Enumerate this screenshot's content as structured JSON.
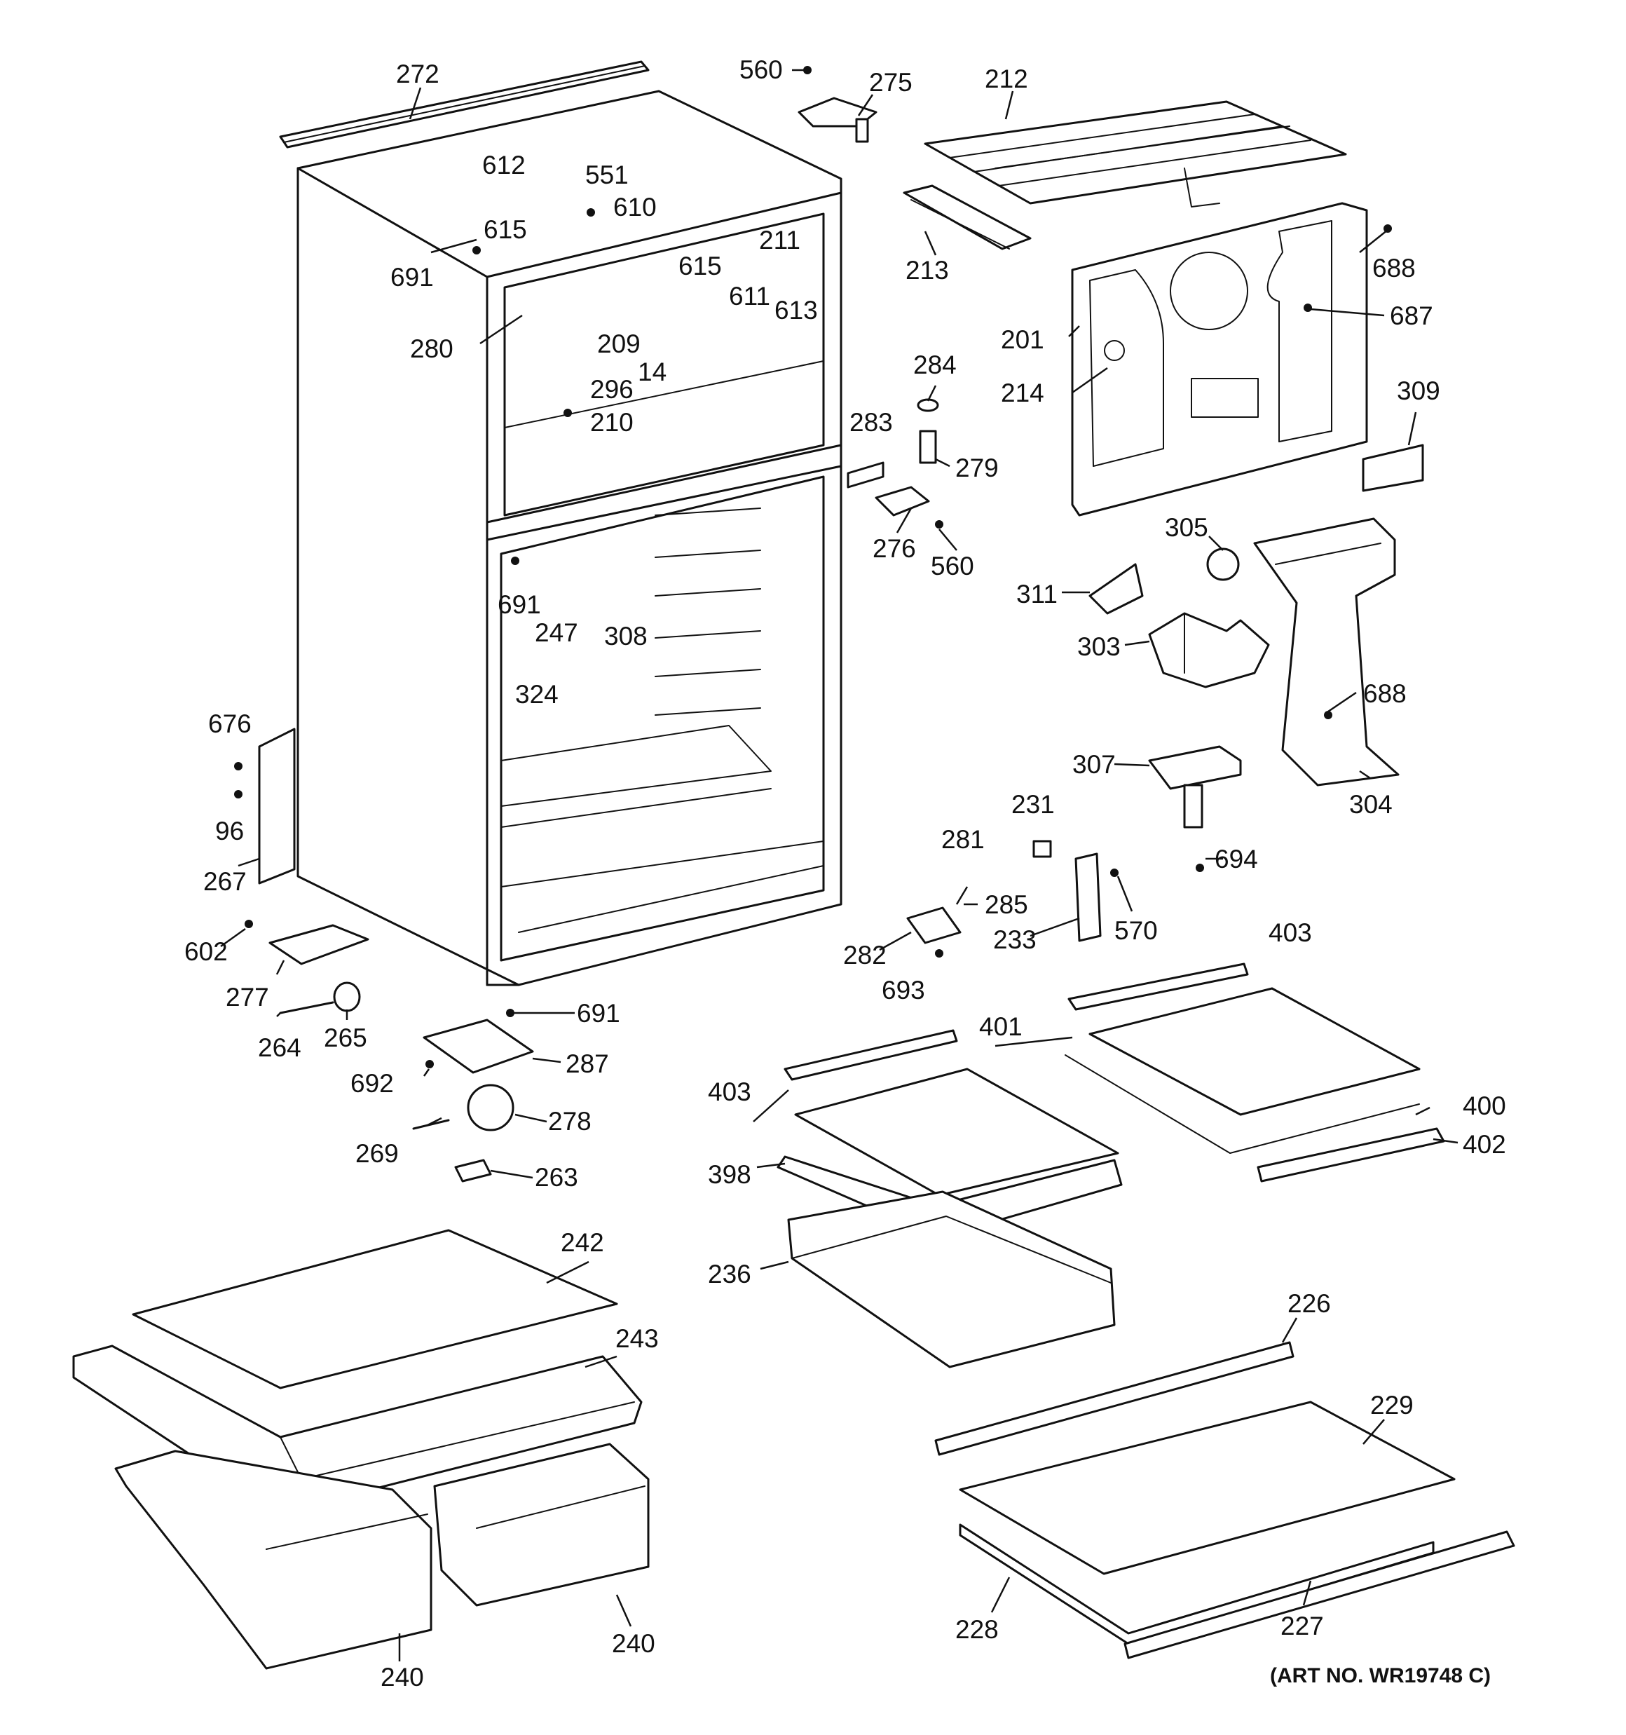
{
  "art_number": "(ART NO. WR19748 C)",
  "callouts": [
    "272",
    "560",
    "275",
    "212",
    "612",
    "551",
    "610",
    "615",
    "691",
    "615",
    "211",
    "611",
    "613",
    "280",
    "209",
    "14",
    "296",
    "210",
    "213",
    "688",
    "687",
    "201",
    "214",
    "284",
    "283",
    "279",
    "276",
    "560",
    "309",
    "305",
    "311",
    "303",
    "304",
    "688",
    "691",
    "247",
    "308",
    "324",
    "676",
    "96",
    "267",
    "307",
    "231",
    "281",
    "694",
    "285",
    "570",
    "233",
    "282",
    "693",
    "602",
    "277",
    "403",
    "264",
    "265",
    "691",
    "401",
    "287",
    "692",
    "400",
    "403",
    "402",
    "278",
    "269",
    "398",
    "263",
    "242",
    "236",
    "243",
    "226",
    "229",
    "228",
    "227",
    "240",
    "240"
  ]
}
